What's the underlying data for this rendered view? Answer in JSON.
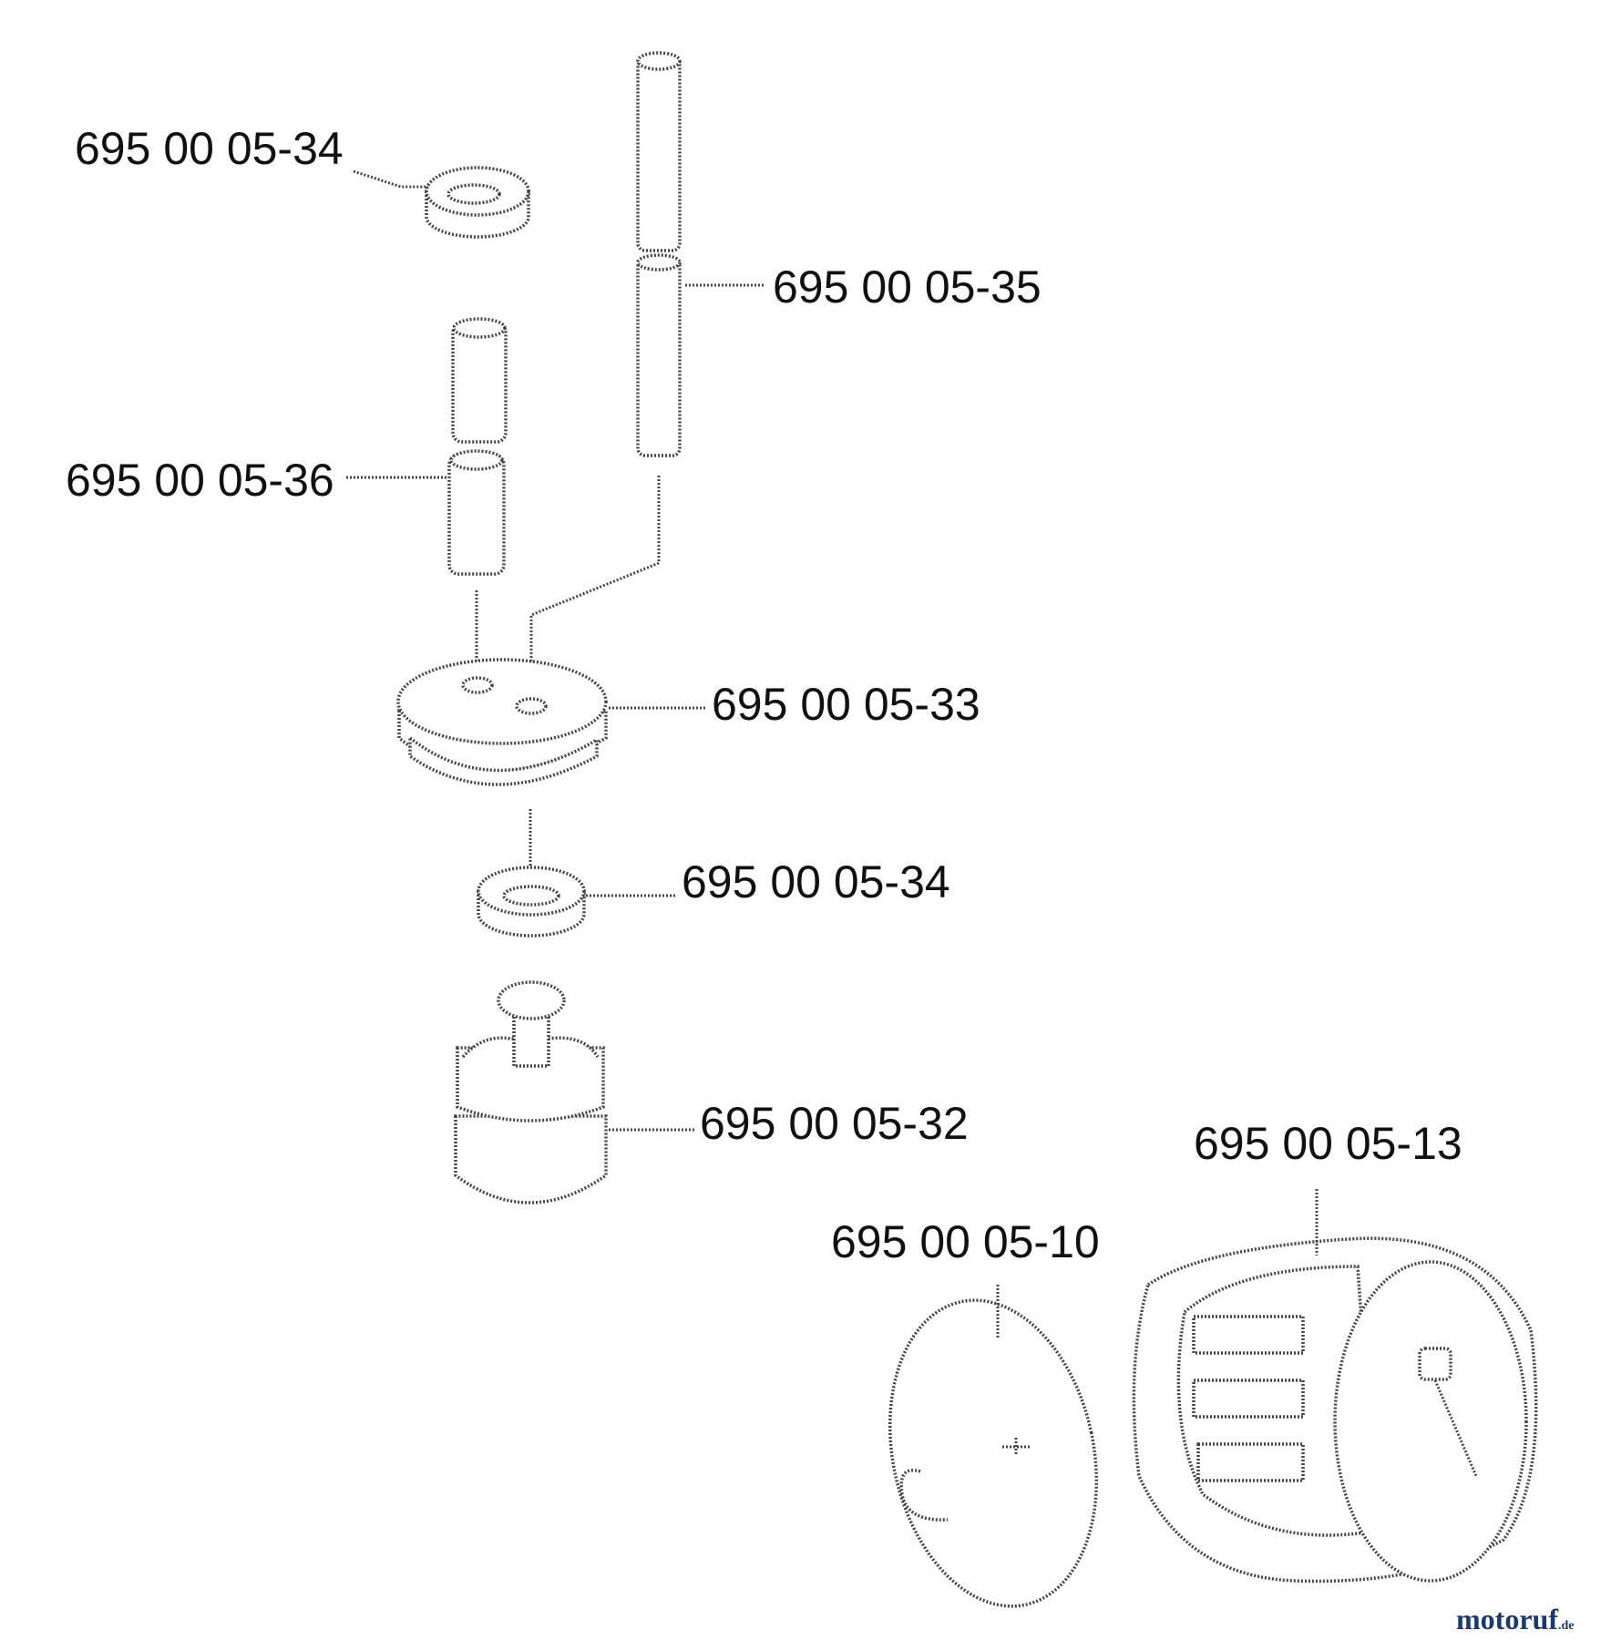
{
  "labels": {
    "washer_top": "695 00 05-34",
    "pin_long": "695 00 05-35",
    "pin_short": "695 00 05-36",
    "damper_plate": "695 00 05-33",
    "washer_lower": "695 00 05-34",
    "damper_element": "695 00 05-32",
    "cover_assembly": "695 00 05-13",
    "cover_plate": "695 00 05-10"
  },
  "watermark": {
    "text_m": "moto",
    "text_r": "ruf",
    "suffix": ".de"
  },
  "colors": {
    "line": "#444444",
    "text": "#111111",
    "watermark": "#1a3a6e"
  }
}
